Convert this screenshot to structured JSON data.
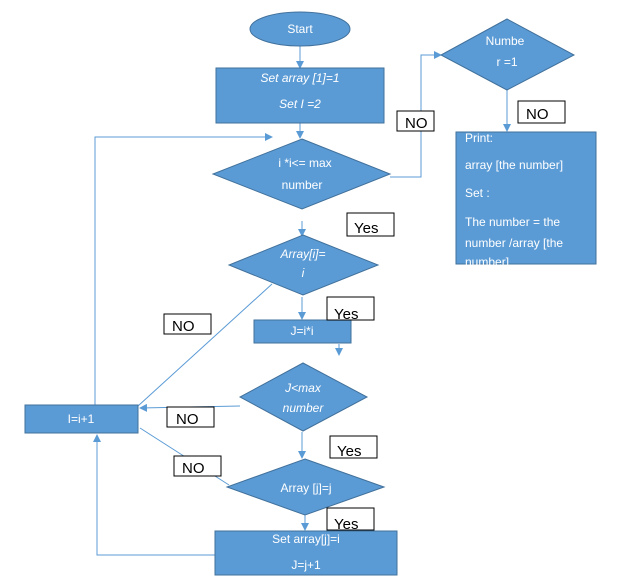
{
  "nodes": {
    "start": "Start",
    "set_array_line1": "Set array [1]=1",
    "set_array_line2": "Set I =2",
    "cond_i_line1": "i *i<=  max",
    "cond_i_line2": "number",
    "cond_arr_i_line1": "Array[i]=",
    "cond_arr_i_line2": "i",
    "assign_j": "J=i*i",
    "cond_j_line1": "J<max",
    "cond_j_line2": "number",
    "cond_arr_j": "Array [j]=j",
    "set_arr_j_line1": "Set array[j]=i",
    "set_arr_j_line2": "J=j+1",
    "inc_i": "I=i+1",
    "cond_num_line1": "Numbe",
    "cond_num_line2": "r =1",
    "print_line1": "Print:",
    "print_line2": "array [the number]",
    "print_line3": "Set :",
    "print_line4": "The number = the",
    "print_line5": "number /array [the",
    "print_line6": "number]"
  },
  "labels": {
    "no_top": "NO",
    "no_right": "NO",
    "yes_1": "Yes",
    "yes_2": "Yes",
    "no_arr_i": "NO",
    "no_j": "NO",
    "yes_3": "Yes",
    "no_arr_j": "NO",
    "yes_4": "Yes"
  },
  "colors": {
    "node_fill": "#5b9bd5",
    "node_border": "#41719c",
    "edge": "#5b9bd5",
    "text": "#ffffff"
  }
}
